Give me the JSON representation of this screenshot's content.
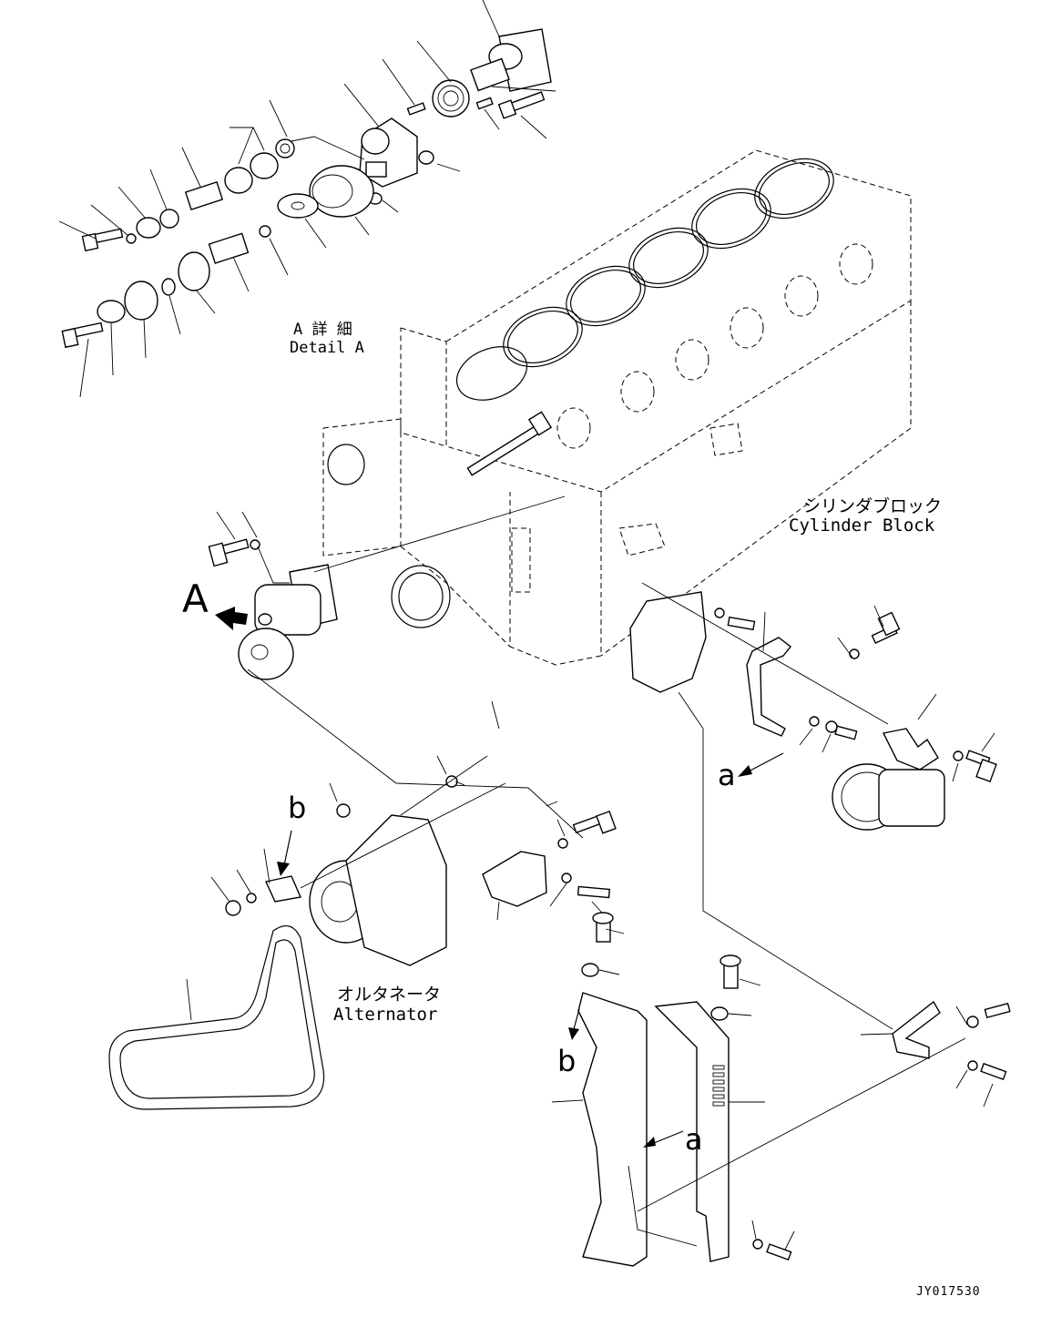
{
  "drawing": {
    "detail_a_jp": "A 詳 細",
    "detail_a_en": "Detail A",
    "cylinder_block_jp": "シリンダブロック",
    "cylinder_block_en": "Cylinder Block",
    "alternator_jp": "オルタネータ",
    "alternator_en": "Alternator",
    "callout_A": "A",
    "callout_a_upper": "a",
    "callout_a_lower": "a",
    "callout_b_upper": "b",
    "callout_b_lower": "b",
    "drawing_number": "JY017530"
  }
}
